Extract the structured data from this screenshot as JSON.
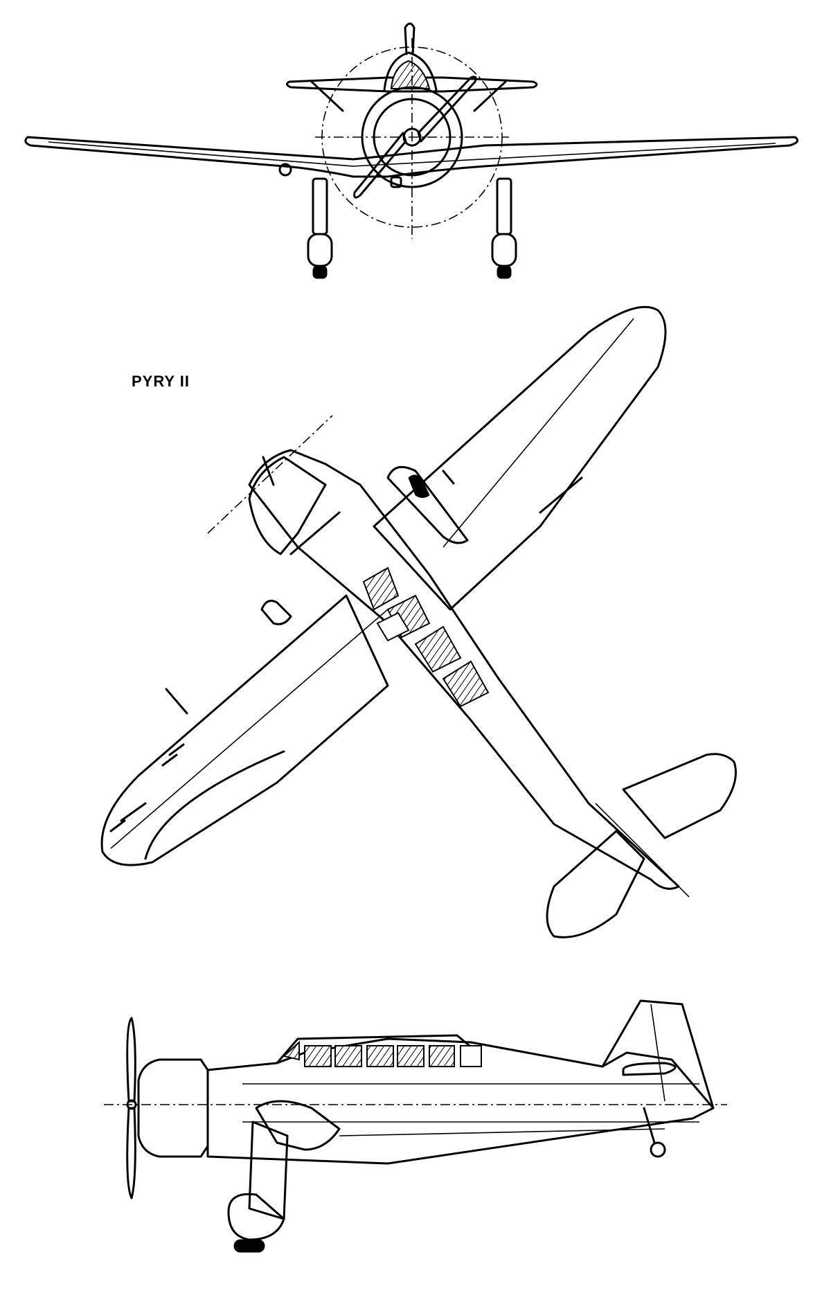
{
  "drawing": {
    "title": "PYRY II",
    "views": [
      "front-view",
      "top-view",
      "side-view"
    ]
  }
}
